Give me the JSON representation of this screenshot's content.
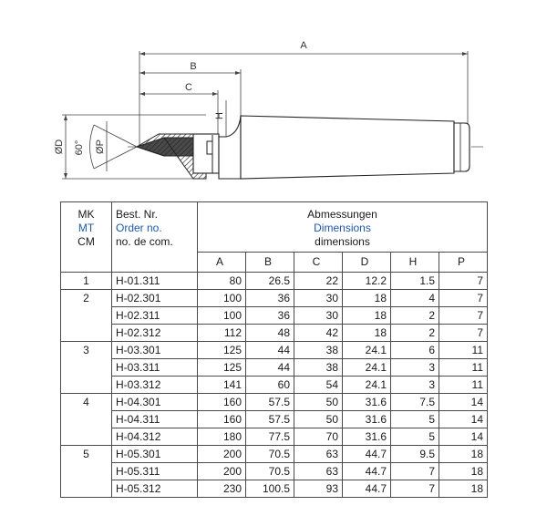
{
  "drawing": {
    "labels": {
      "A": "A",
      "B": "B",
      "C": "C",
      "H": "H",
      "D": "ØD",
      "P": "ØP",
      "angle": "60°"
    }
  },
  "table": {
    "group_header": {
      "line1": "MK",
      "line2": "MT",
      "line3": "CM"
    },
    "order_header": {
      "line1": "Best. Nr.",
      "line2": "Order no.",
      "line3": "no. de com."
    },
    "dims_header": {
      "line1": "Abmessungen",
      "line2": "Dimensions",
      "line3": "dimensions"
    },
    "columns": [
      "A",
      "B",
      "C",
      "D",
      "H",
      "P"
    ],
    "rows": [
      {
        "mk": "1",
        "order": "H-01.311",
        "A": "80",
        "B": "26.5",
        "C": "22",
        "D": "12.2",
        "H": "1.5",
        "P": "7"
      },
      {
        "mk": "2",
        "order": "H-02.301",
        "A": "100",
        "B": "36",
        "C": "30",
        "D": "18",
        "H": "4",
        "P": "7"
      },
      {
        "mk": "",
        "order": "H-02.311",
        "A": "100",
        "B": "36",
        "C": "30",
        "D": "18",
        "H": "2",
        "P": "7"
      },
      {
        "mk": "",
        "order": "H-02.312",
        "A": "112",
        "B": "48",
        "C": "42",
        "D": "18",
        "H": "2",
        "P": "7"
      },
      {
        "mk": "3",
        "order": "H-03.301",
        "A": "125",
        "B": "44",
        "C": "38",
        "D": "24.1",
        "H": "6",
        "P": "11"
      },
      {
        "mk": "",
        "order": "H-03.311",
        "A": "125",
        "B": "44",
        "C": "38",
        "D": "24.1",
        "H": "3",
        "P": "11"
      },
      {
        "mk": "",
        "order": "H-03.312",
        "A": "141",
        "B": "60",
        "C": "54",
        "D": "24.1",
        "H": "3",
        "P": "11"
      },
      {
        "mk": "4",
        "order": "H-04.301",
        "A": "160",
        "B": "57.5",
        "C": "50",
        "D": "31.6",
        "H": "7.5",
        "P": "14"
      },
      {
        "mk": "",
        "order": "H-04.311",
        "A": "160",
        "B": "57.5",
        "C": "50",
        "D": "31.6",
        "H": "5",
        "P": "14"
      },
      {
        "mk": "",
        "order": "H-04.312",
        "A": "180",
        "B": "77.5",
        "C": "70",
        "D": "31.6",
        "H": "5",
        "P": "14"
      },
      {
        "mk": "5",
        "order": "H-05.301",
        "A": "200",
        "B": "70.5",
        "C": "63",
        "D": "44.7",
        "H": "9.5",
        "P": "18"
      },
      {
        "mk": "",
        "order": "H-05.311",
        "A": "200",
        "B": "70.5",
        "C": "63",
        "D": "44.7",
        "H": "7",
        "P": "18"
      },
      {
        "mk": "",
        "order": "H-05.312",
        "A": "230",
        "B": "100.5",
        "C": "93",
        "D": "44.7",
        "H": "7",
        "P": "18"
      }
    ]
  }
}
